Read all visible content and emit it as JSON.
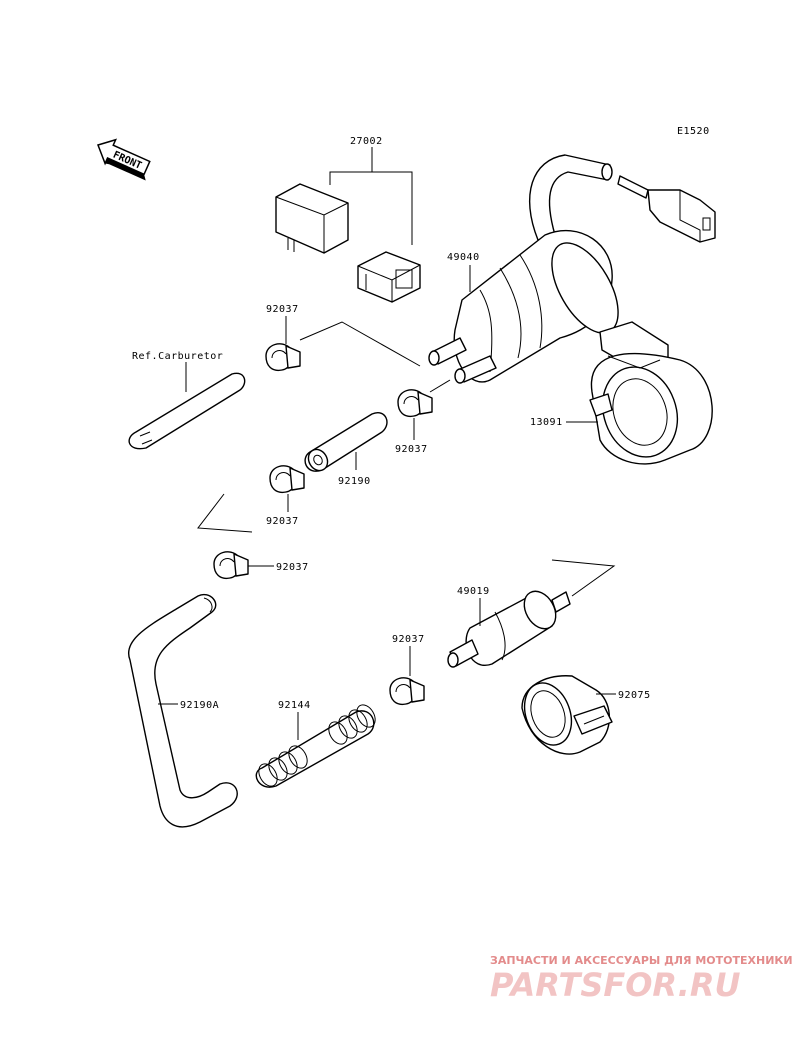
{
  "diagram": {
    "code": "E1520",
    "front_marker": "FRONT",
    "ref_label": "Ref.Carburetor",
    "parts": {
      "p27002": "27002",
      "p49040": "49040",
      "p92037_a": "92037",
      "p92037_b": "92037",
      "p92037_c": "92037",
      "p92037_d": "92037",
      "p92037_e": "92037",
      "p13091": "13091",
      "p92190": "92190",
      "p49019": "49019",
      "p92190A": "92190A",
      "p92144": "92144",
      "p92075": "92075"
    }
  },
  "watermark": {
    "line1": "ЗАПЧАСТИ И АКСЕССУАРЫ ДЛЯ МОТОТЕХНИКИ",
    "logo": "PARTSFOR.RU"
  },
  "colors": {
    "line": "#000000",
    "watermark_text": "#e38b8b",
    "watermark_logo": "#f2c4c4"
  }
}
